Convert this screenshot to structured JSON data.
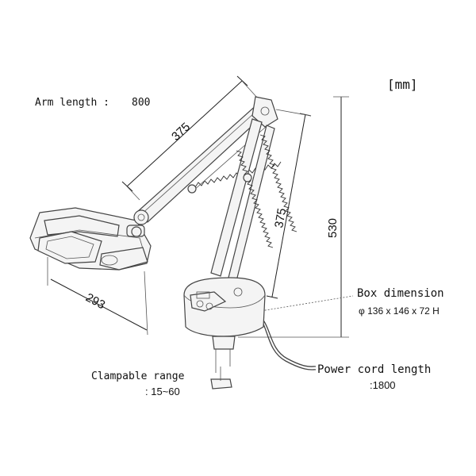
{
  "unit_label": "[mm]",
  "arm_length": {
    "label": "Arm length :",
    "value": "800"
  },
  "dimensions": {
    "upper_arm": "375",
    "lower_arm": "375",
    "height": "530",
    "head_width": "293"
  },
  "box_dimension": {
    "label": "Box dimension",
    "value": "φ 136 x 146 x 72 H"
  },
  "power_cord": {
    "label": "Power cord length",
    "value": ":1800"
  },
  "clampable_range": {
    "label": "Clampable range",
    "value": ": 15~60"
  }
}
